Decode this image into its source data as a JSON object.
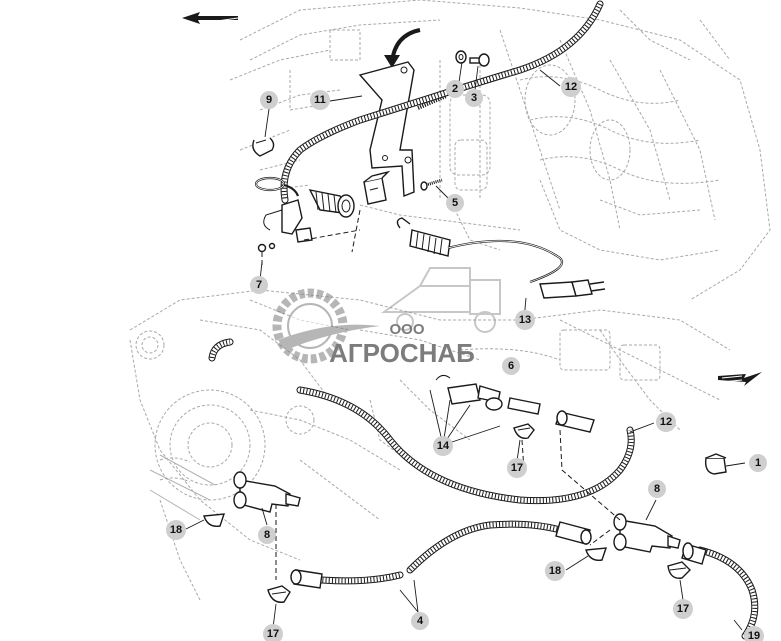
{
  "watermark": {
    "company_prefix": "ООО",
    "company_name": "АГРОСНАБ"
  },
  "callouts": [
    {
      "id": "c1",
      "label": "1"
    },
    {
      "id": "c2",
      "label": "2"
    },
    {
      "id": "c3",
      "label": "3"
    },
    {
      "id": "c4",
      "label": "4"
    },
    {
      "id": "c5",
      "label": "5"
    },
    {
      "id": "c6",
      "label": "6"
    },
    {
      "id": "c7",
      "label": "7"
    },
    {
      "id": "c8a",
      "label": "8"
    },
    {
      "id": "c8b",
      "label": "8"
    },
    {
      "id": "c9",
      "label": "9"
    },
    {
      "id": "c11",
      "label": "11"
    },
    {
      "id": "c12a",
      "label": "12"
    },
    {
      "id": "c12b",
      "label": "12"
    },
    {
      "id": "c13",
      "label": "13"
    },
    {
      "id": "c14",
      "label": "14"
    },
    {
      "id": "c17a",
      "label": "17"
    },
    {
      "id": "c17b",
      "label": "17"
    },
    {
      "id": "c17c",
      "label": "17"
    },
    {
      "id": "c18a",
      "label": "18"
    },
    {
      "id": "c18b",
      "label": "18"
    },
    {
      "id": "c19",
      "label": "19"
    }
  ]
}
